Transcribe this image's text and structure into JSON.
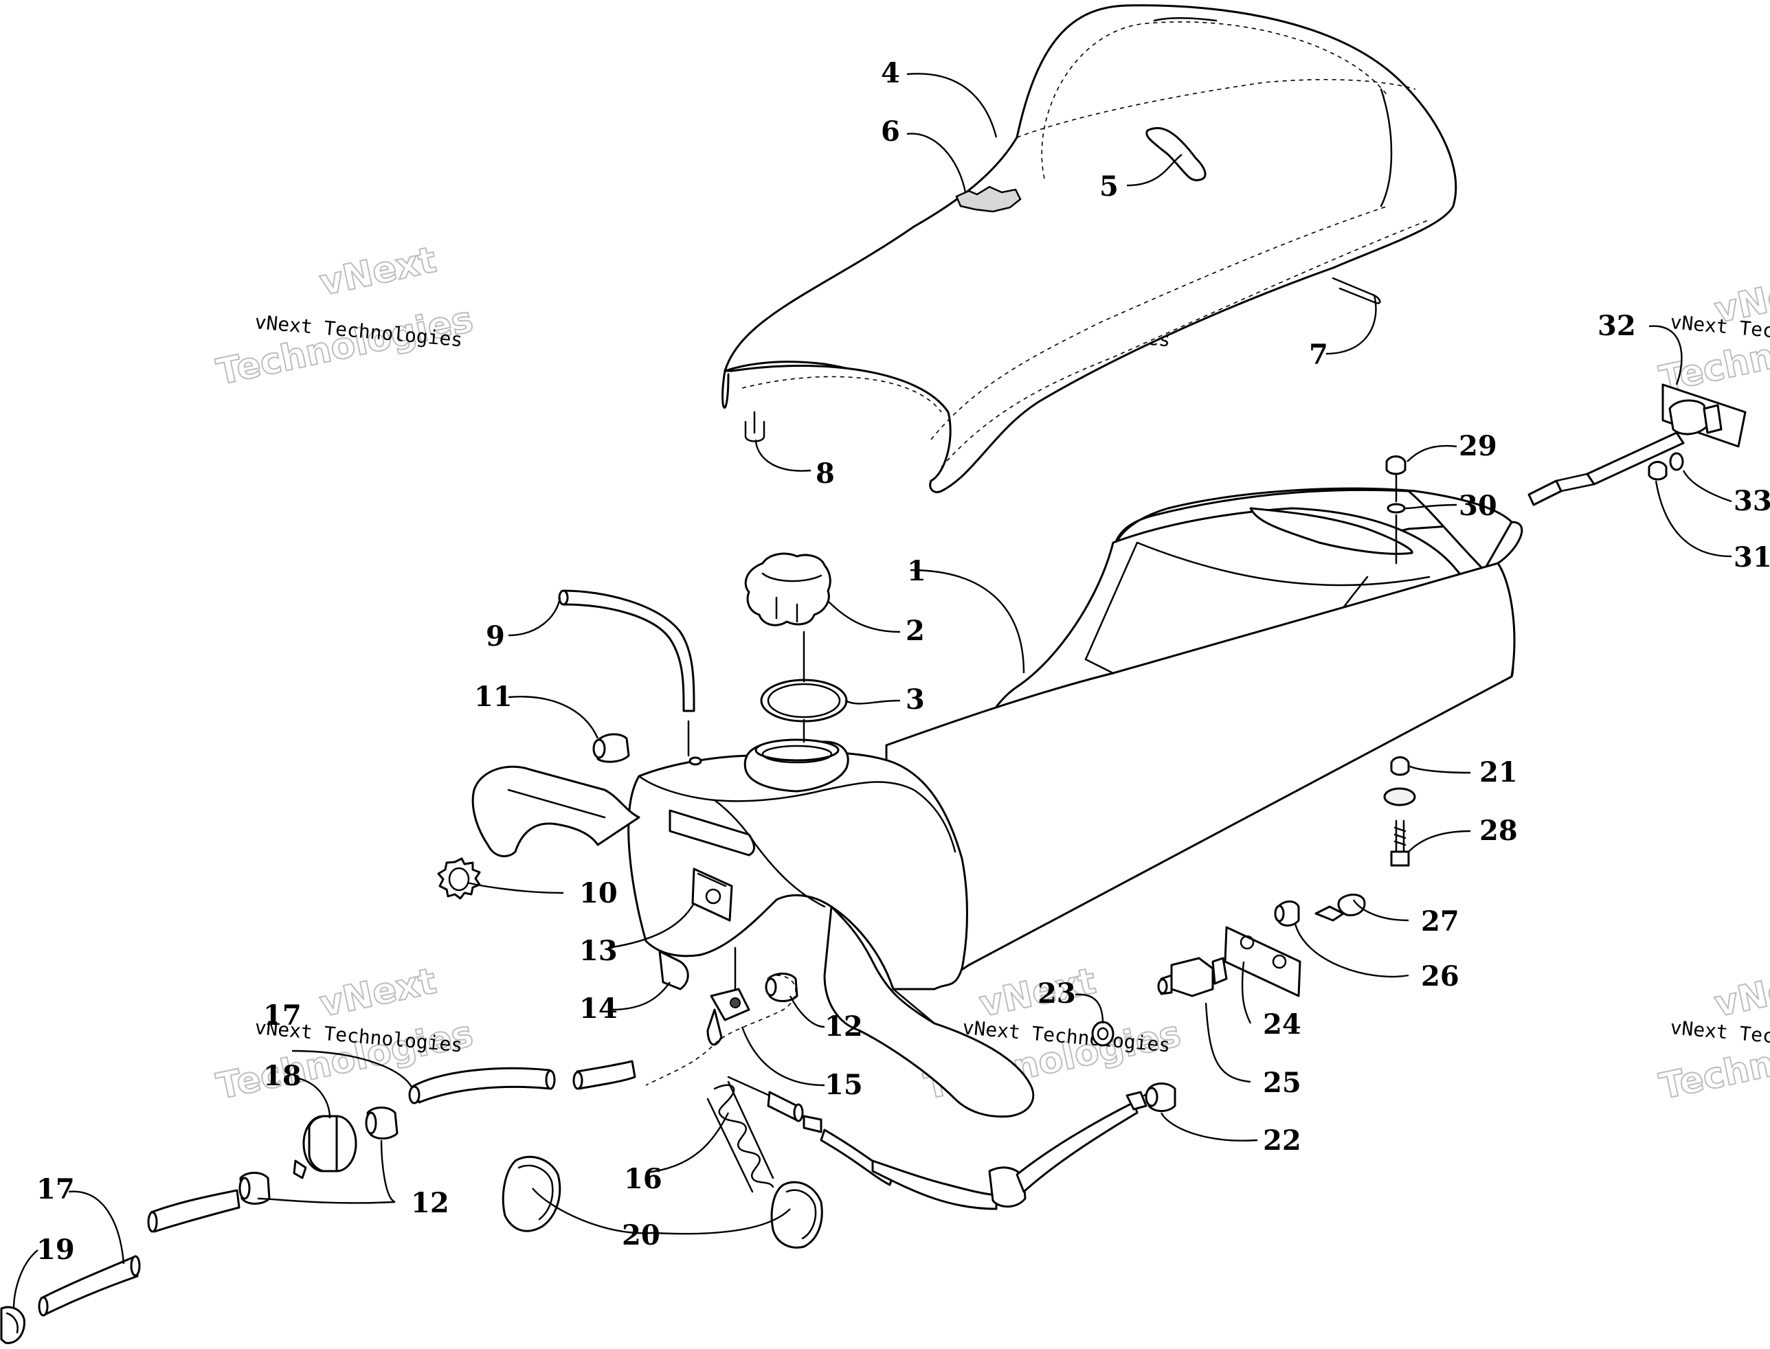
{
  "watermark": {
    "line1": "vNext Technologies",
    "line2_a": "vNext",
    "line2_b": "Technologies"
  },
  "labels": {
    "p1": "1",
    "p2": "2",
    "p3": "3",
    "p4": "4",
    "p5": "5",
    "p6": "6",
    "p7": "7",
    "p8": "8",
    "p9": "9",
    "p10": "10",
    "p11": "11",
    "p12a": "12",
    "p12b": "12",
    "p13": "13",
    "p14": "14",
    "p15": "15",
    "p16": "16",
    "p17a": "17",
    "p17b": "17",
    "p18": "18",
    "p19": "19",
    "p20": "20",
    "p21": "21",
    "p22": "22",
    "p23": "23",
    "p24": "24",
    "p25": "25",
    "p26": "26",
    "p27": "27",
    "p28": "28",
    "p29": "29",
    "p30": "30",
    "p31": "31",
    "p32": "32",
    "p33": "33"
  }
}
